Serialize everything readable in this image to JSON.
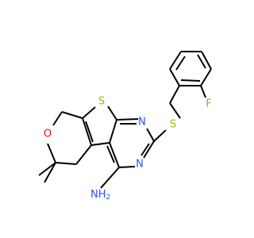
{
  "colors": {
    "background": "#ffffff",
    "bond": "#000000",
    "oxygen": "#ff0d0d",
    "sulfur": "#b2b200",
    "nitrogen": "#3050f8",
    "fluorine": "#7fb236"
  },
  "atoms": {
    "ring_oxygen": "O",
    "thiophene_sulfur": "S",
    "thioether_sulfur": "S",
    "pyrimidine_n1": "N",
    "pyrimidine_n3": "N",
    "amine": "NH",
    "amine_subscript": "2",
    "fluorine": "F"
  }
}
